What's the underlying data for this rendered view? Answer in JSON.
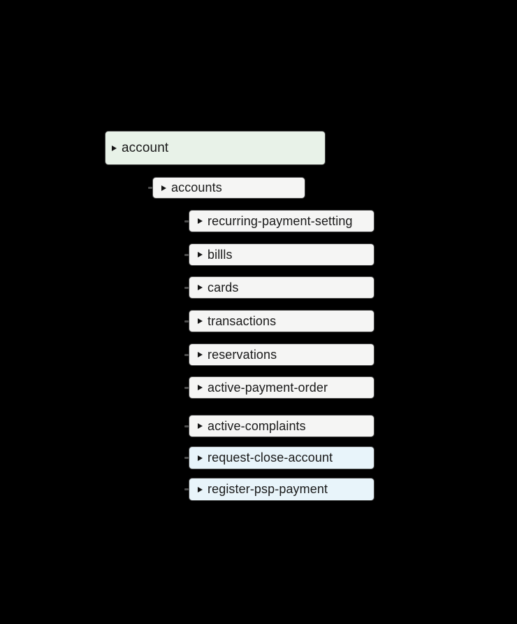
{
  "diagram": {
    "type": "mindmap-tree",
    "background": "#000000",
    "colors": {
      "root_fill": "#e8f2e8",
      "node_fill": "#f5f5f4",
      "highlight_fill": "#e8f4fa",
      "border": "#454545",
      "text": "#1a1a1a",
      "connector_stub": "#4d4d4d",
      "arrow": "#141414"
    }
  },
  "nodes": [
    {
      "label": "account",
      "level": 1,
      "variant": "root"
    },
    {
      "label": "accounts",
      "level": 2,
      "variant": "default"
    },
    {
      "label": "recurring-payment-setting",
      "level": 3,
      "variant": "default"
    },
    {
      "label": "billls",
      "level": 3,
      "variant": "default"
    },
    {
      "label": "cards",
      "level": 3,
      "variant": "default"
    },
    {
      "label": "transactions",
      "level": 3,
      "variant": "default"
    },
    {
      "label": "reservations",
      "level": 3,
      "variant": "default"
    },
    {
      "label": "active-payment-order",
      "level": 3,
      "variant": "default"
    },
    {
      "label": "active-complaints",
      "level": 3,
      "variant": "default"
    },
    {
      "label": "request-close-account",
      "level": 3,
      "variant": "highlight"
    },
    {
      "label": "register-psp-payment",
      "level": 3,
      "variant": "highlight"
    }
  ]
}
